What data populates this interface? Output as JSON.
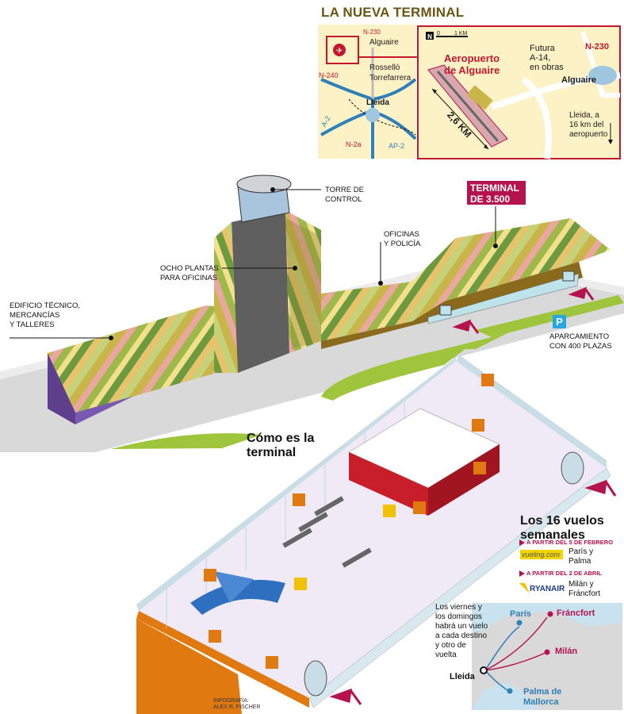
{
  "header": {
    "title": "LA NUEVA TERMINAL"
  },
  "locator_map": {
    "roads": [
      "N-230",
      "N-240",
      "A-2",
      "N-2a",
      "AP-2"
    ],
    "towns": [
      "Alguaire",
      "Rosselló",
      "Torrefarrera",
      "Lleida"
    ]
  },
  "detail_map": {
    "airport_label": "Aeropuerto de Alguaire",
    "airport_line1": "Aeropuerto",
    "airport_line2": "de Alguaire",
    "future_road": "Futura A-14, en obras",
    "future_line1": "Futura",
    "future_line2": "A-14,",
    "future_line3": "en obras",
    "road": "N-230",
    "town": "Alguaire",
    "lleida_note_1": "Lleida, a",
    "lleida_note_2": "16 km del",
    "lleida_note_3": "aeropuerto",
    "runway_length": "2,6 KM",
    "scale_zero": "0",
    "scale_one": "1 KM",
    "north": "N"
  },
  "building": {
    "tower_label_1": "TORRE DE",
    "tower_label_2": "CONTROL",
    "floors_label_1": "OCHO PLANTAS",
    "floors_label_2": "PARA OFICINAS",
    "tech_label_1": "EDIFICIO TÉCNICO,",
    "tech_label_2": "MERCANCÍAS",
    "tech_label_3": "Y TALLERES",
    "offices_label_1": "OFICINAS",
    "offices_label_2": "Y POLICÍA",
    "terminal_badge_1": "TERMINAL",
    "terminal_badge_2": "DE 3.500 m²",
    "parking_icon": "P",
    "parking_label_1": "APARCAMIENTO",
    "parking_label_2": "CON 400 PLAZAS"
  },
  "interior": {
    "heading_1": "Cómo es la",
    "heading_2": "terminal"
  },
  "flights": {
    "heading_1": "Los 16 vuelos",
    "heading_2": "semanales",
    "vueling_date": "A PARTIR DEL 5 DE FEBRERO",
    "vueling_logo": "vueling.com",
    "vueling_dest_1": "París y",
    "vueling_dest_2": "Palma",
    "ryanair_date": "A PARTIR DEL 2 DE ABRIL",
    "ryanair_logo": "RYANAIR",
    "ryanair_dest_1": "Milán y",
    "ryanair_dest_2": "Fráncfort",
    "note_1": "Los viernes y",
    "note_2": "los domingos",
    "note_3": "habrá un vuelo",
    "note_4": "a cada destino",
    "note_5": "y otro de",
    "note_6": "vuelta",
    "cities": {
      "paris": "París",
      "frankfurt": "Fráncfort",
      "milan": "Milán",
      "lleida": "Lleida",
      "palma_1": "Palma de",
      "palma_2": "Mallorca"
    }
  },
  "credits": {
    "line_1": "INFOGRAFÍA:",
    "line_2": "ALEX R. FISCHER"
  },
  "colors": {
    "accent": "#b5134e",
    "title": "#6b5514",
    "map_bg": "#fdf2c6",
    "road_blue": "#2f7fb8"
  }
}
